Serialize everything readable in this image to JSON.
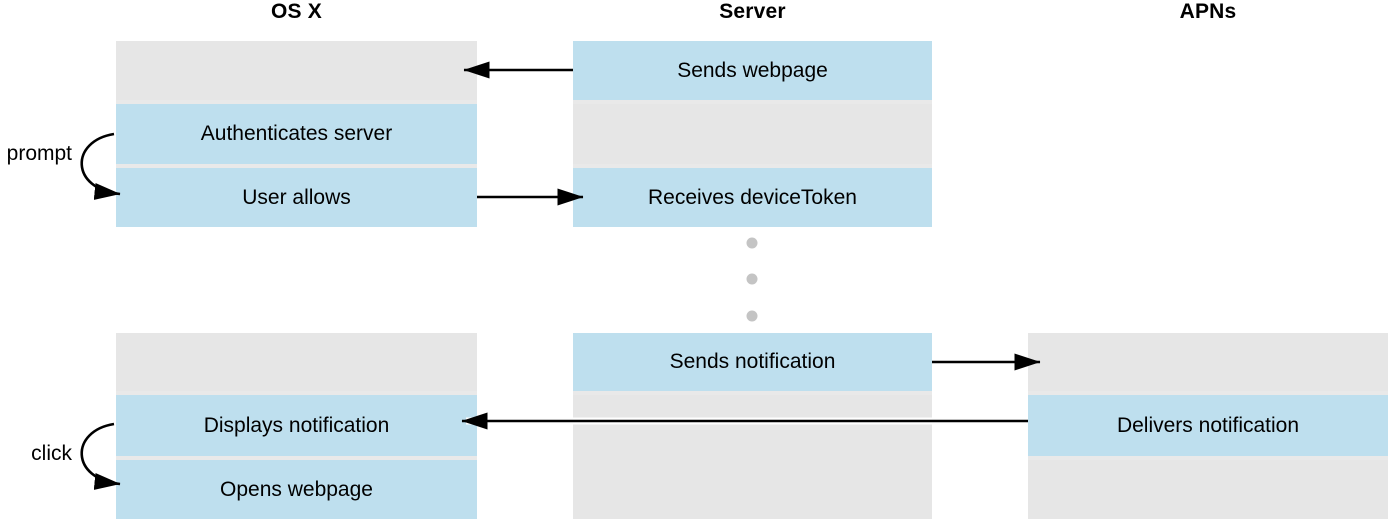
{
  "columns": [
    {
      "header": "OS X",
      "top_rows": [
        {
          "type": "idle",
          "label": ""
        },
        {
          "type": "action",
          "label": "Authenticates server"
        },
        {
          "type": "action",
          "label": "User allows"
        }
      ],
      "bottom_rows": [
        {
          "type": "idle",
          "label": ""
        },
        {
          "type": "action",
          "label": "Displays notification"
        },
        {
          "type": "action",
          "label": "Opens webpage"
        }
      ]
    },
    {
      "header": "Server",
      "top_rows": [
        {
          "type": "action",
          "label": "Sends webpage"
        },
        {
          "type": "idle",
          "label": ""
        },
        {
          "type": "action",
          "label": "Receives deviceToken"
        }
      ],
      "bottom_rows": [
        {
          "type": "action",
          "label": "Sends notification"
        },
        {
          "type": "idle",
          "label": ""
        }
      ]
    },
    {
      "header": "APNs",
      "top_rows": [],
      "bottom_rows": [
        {
          "type": "idle",
          "label": ""
        },
        {
          "type": "action",
          "label": "Delivers notification"
        },
        {
          "type": "idle",
          "label": ""
        }
      ]
    }
  ],
  "arrows": [
    {
      "from": "Server / Sends webpage",
      "to": "OS X (idle)",
      "direction": "left"
    },
    {
      "from": "OS X / User allows",
      "to": "Server / Receives deviceToken",
      "direction": "right"
    },
    {
      "from": "Server / Sends notification",
      "to": "APNs (idle)",
      "direction": "right"
    },
    {
      "from": "APNs / Delivers notification",
      "to": "OS X / Displays notification",
      "direction": "left"
    },
    {
      "from": "OS X / Authenticates server",
      "to": "OS X / User allows",
      "type": "self-loop",
      "label": "prompt"
    },
    {
      "from": "OS X / Displays notification",
      "to": "OS X / Opens webpage",
      "type": "self-loop",
      "label": "click"
    }
  ],
  "ellipsis": {
    "dot_count": 3
  },
  "colors": {
    "action_fill": "#bedfee",
    "idle_fill": "#e6e6e6",
    "row_separator": "#e9e9e9",
    "dot": "#c4c4c4",
    "arrow": "#000000",
    "text": "#000000"
  }
}
